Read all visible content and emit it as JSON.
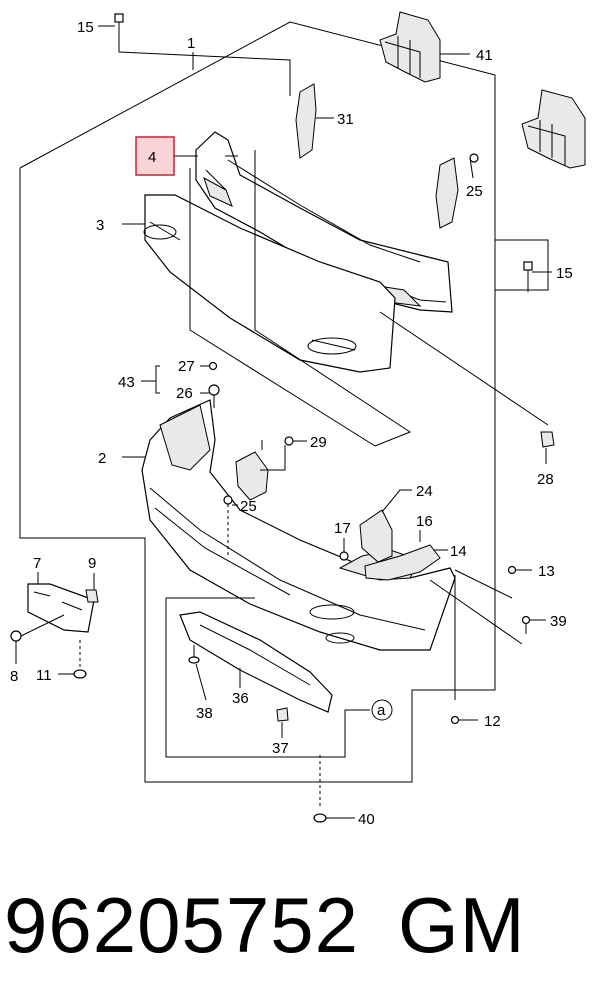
{
  "diagram": {
    "highlight_color": "#cc2233",
    "highlight_fill": "#f9d4d8",
    "callouts": {
      "c15a": "15",
      "c1": "1",
      "c41": "41",
      "c31": "31",
      "c4": "4",
      "c25a": "25",
      "c3": "3",
      "c15b": "15",
      "c27": "27",
      "c43": "43",
      "c26": "26",
      "c28": "28",
      "c29": "29",
      "c2": "2",
      "c24": "24",
      "c25b": "25",
      "c17": "17",
      "c16": "16",
      "c14": "14",
      "c7": "7",
      "c9": "9",
      "c13": "13",
      "c39": "39",
      "c8": "8",
      "c11": "11",
      "c38": "38",
      "c36": "36",
      "ca": "a",
      "c12": "12",
      "c37": "37",
      "c40": "40"
    }
  },
  "footer": {
    "part_number": "96205752",
    "brand": "GM"
  }
}
